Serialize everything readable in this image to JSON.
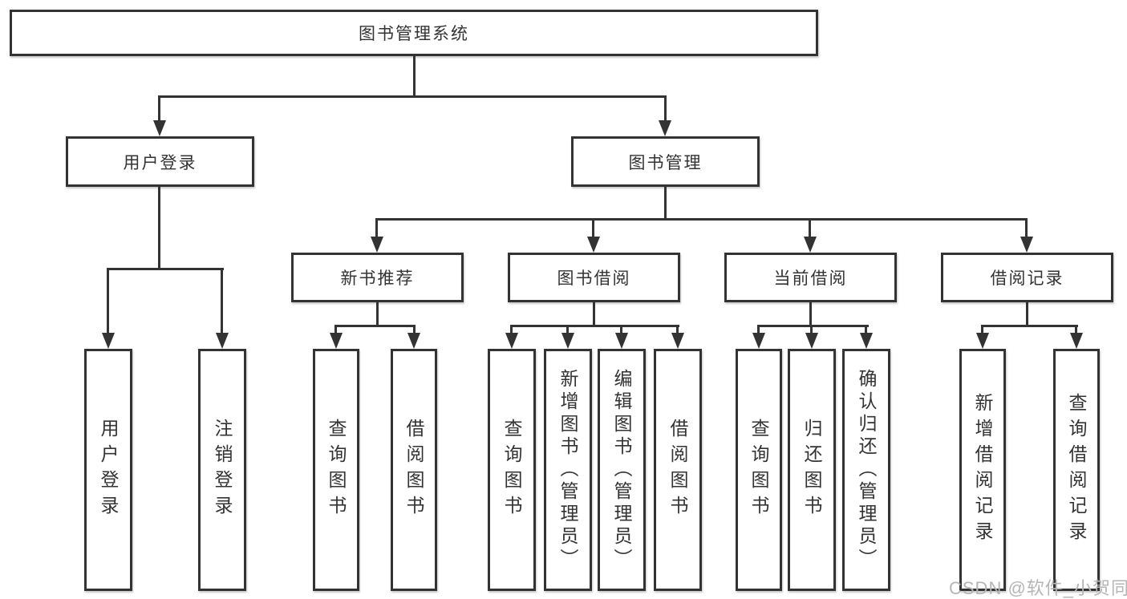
{
  "watermark": "CSDN @软件_小贺同学",
  "colors": {
    "line": "#333333",
    "box_border": "#333333",
    "text": "#333333",
    "background": "#ffffff",
    "watermark": "#b5b5b5"
  },
  "tree": {
    "root": {
      "label": "图书管理系统"
    },
    "level2": [
      {
        "label": "用户登录"
      },
      {
        "label": "图书管理"
      }
    ],
    "level3": [
      {
        "label": "新书推荐",
        "parent": "图书管理"
      },
      {
        "label": "图书借阅",
        "parent": "图书管理"
      },
      {
        "label": "当前借阅",
        "parent": "图书管理"
      },
      {
        "label": "借阅记录",
        "parent": "图书管理"
      }
    ],
    "leaves": [
      {
        "label": "用户登录",
        "parent": "用户登录"
      },
      {
        "label": "注销登录",
        "parent": "用户登录"
      },
      {
        "label": "查询图书",
        "parent": "新书推荐"
      },
      {
        "label": "借阅图书",
        "parent": "新书推荐"
      },
      {
        "label": "查询图书",
        "parent": "图书借阅"
      },
      {
        "label": "新增图书（管理员）",
        "parent": "图书借阅"
      },
      {
        "label": "编辑图书（管理员）",
        "parent": "图书借阅"
      },
      {
        "label": "借阅图书",
        "parent": "图书借阅"
      },
      {
        "label": "查询图书",
        "parent": "当前借阅"
      },
      {
        "label": "归还图书",
        "parent": "当前借阅"
      },
      {
        "label": "确认归还（管理员）",
        "parent": "当前借阅"
      },
      {
        "label": "新增借阅记录",
        "parent": "借阅记录"
      },
      {
        "label": "查询借阅记录",
        "parent": "借阅记录"
      }
    ]
  }
}
